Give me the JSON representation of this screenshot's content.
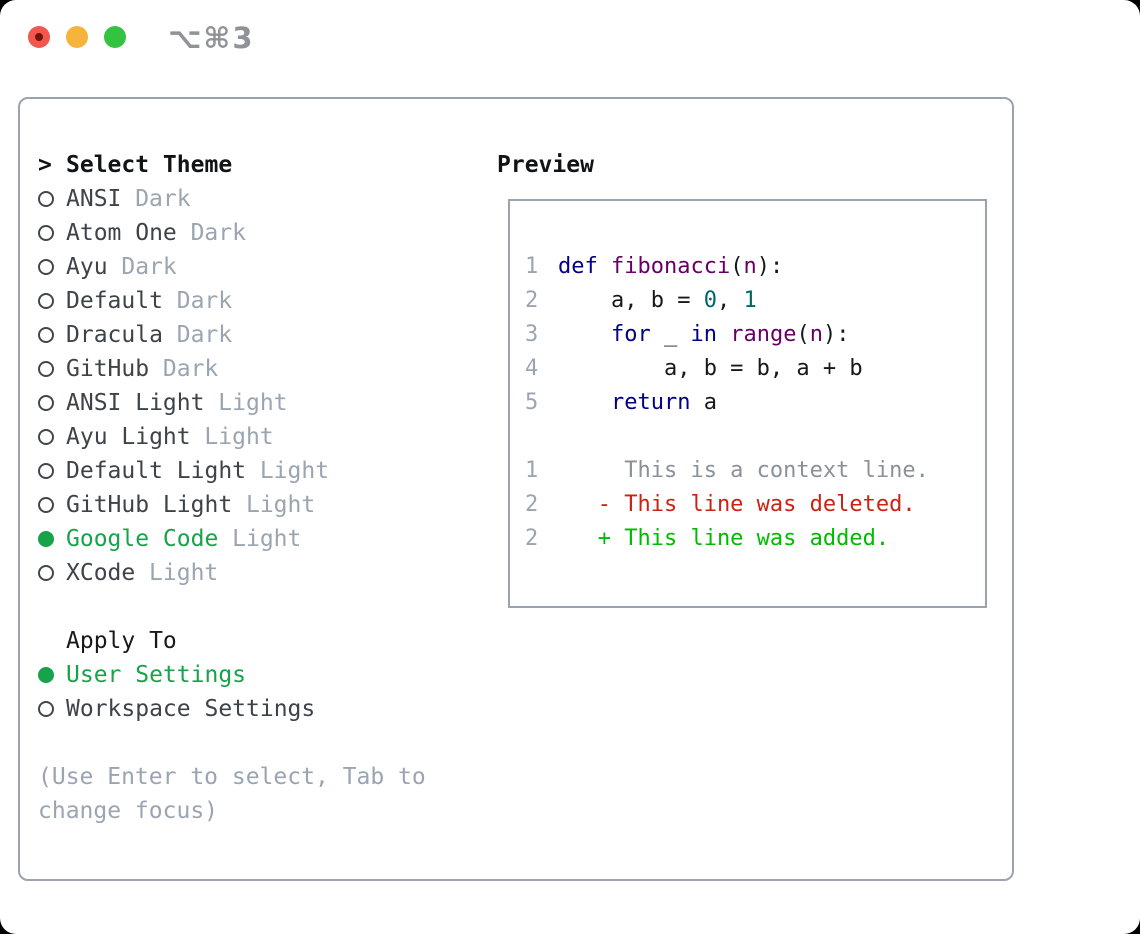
{
  "window": {
    "title": "⌥⌘3"
  },
  "panel": {
    "theme_selector": {
      "prompt": ">",
      "header": "Select Theme",
      "themes": [
        {
          "name": "ANSI",
          "variant": "Dark",
          "selected": false
        },
        {
          "name": "Atom One",
          "variant": "Dark",
          "selected": false
        },
        {
          "name": "Ayu",
          "variant": "Dark",
          "selected": false
        },
        {
          "name": "Default",
          "variant": "Dark",
          "selected": false
        },
        {
          "name": "Dracula",
          "variant": "Dark",
          "selected": false
        },
        {
          "name": "GitHub",
          "variant": "Dark",
          "selected": false
        },
        {
          "name": "ANSI Light",
          "variant": "Light",
          "selected": false
        },
        {
          "name": "Ayu Light",
          "variant": "Light",
          "selected": false
        },
        {
          "name": "Default Light",
          "variant": "Light",
          "selected": false
        },
        {
          "name": "GitHub Light",
          "variant": "Light",
          "selected": false
        },
        {
          "name": "Google Code",
          "variant": "Light",
          "selected": true
        },
        {
          "name": "XCode",
          "variant": "Light",
          "selected": false
        }
      ]
    },
    "apply_to": {
      "header": "Apply To",
      "options": [
        {
          "label": "User Settings",
          "selected": true
        },
        {
          "label": "Workspace Settings",
          "selected": false
        }
      ]
    },
    "help_lines": [
      "(Use Enter to select, Tab to",
      "change focus)"
    ]
  },
  "preview": {
    "header": "Preview",
    "code_lines": [
      {
        "number": "1",
        "tokens": [
          {
            "text": "def",
            "type": "keyword"
          },
          {
            "text": " ",
            "type": "plain"
          },
          {
            "text": "fibonacci",
            "type": "name"
          },
          {
            "text": "(",
            "type": "plain"
          },
          {
            "text": "n",
            "type": "name"
          },
          {
            "text": "):",
            "type": "plain"
          }
        ]
      },
      {
        "number": "2",
        "tokens": [
          {
            "text": "    a, b = ",
            "type": "plain"
          },
          {
            "text": "0",
            "type": "literal"
          },
          {
            "text": ", ",
            "type": "plain"
          },
          {
            "text": "1",
            "type": "literal"
          }
        ]
      },
      {
        "number": "3",
        "tokens": [
          {
            "text": "    ",
            "type": "plain"
          },
          {
            "text": "for",
            "type": "keyword"
          },
          {
            "text": " _ ",
            "type": "plain"
          },
          {
            "text": "in",
            "type": "keyword"
          },
          {
            "text": " ",
            "type": "plain"
          },
          {
            "text": "range",
            "type": "name"
          },
          {
            "text": "(",
            "type": "plain"
          },
          {
            "text": "n",
            "type": "name"
          },
          {
            "text": "):",
            "type": "plain"
          }
        ]
      },
      {
        "number": "4",
        "tokens": [
          {
            "text": "        a, b = b, a + b",
            "type": "plain"
          }
        ]
      },
      {
        "number": "5",
        "tokens": [
          {
            "text": "    ",
            "type": "plain"
          },
          {
            "text": "return",
            "type": "keyword"
          },
          {
            "text": " a",
            "type": "plain"
          }
        ]
      }
    ],
    "diff_lines": [
      {
        "number": "1",
        "kind": "context",
        "text": "     This is a context line."
      },
      {
        "number": "2",
        "kind": "deleted",
        "text": "   - This line was deleted."
      },
      {
        "number": "2",
        "kind": "added",
        "text": "   + This line was added."
      }
    ]
  },
  "colors": {
    "selection_green": "#16a34a",
    "diff_added_green": "#00bb00",
    "diff_deleted_red": "#cc2211",
    "keyword_blue": "#000088",
    "identifier_purple": "#660066",
    "literal_teal": "#006666",
    "muted_gray": "#9aa5b1",
    "border_gray": "#9aa3ae",
    "traffic_red": "#f2564d",
    "traffic_yellow": "#f6b43c",
    "traffic_green": "#33c340"
  }
}
